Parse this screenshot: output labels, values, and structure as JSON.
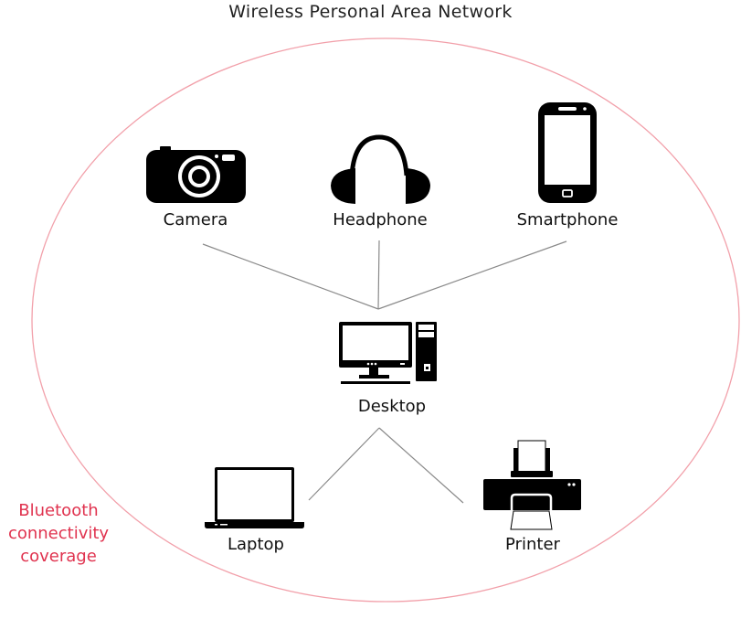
{
  "title": "Wireless Personal Area Network",
  "coverage": {
    "lines": [
      "Bluetooth",
      "connectivity",
      "coverage"
    ],
    "color": "#e0334f",
    "boundary_color": "#f2a0aa"
  },
  "hub": {
    "id": "desktop",
    "label": "Desktop",
    "icon": "desktop-icon"
  },
  "nodes": [
    {
      "id": "camera",
      "label": "Camera",
      "icon": "camera-icon"
    },
    {
      "id": "headphone",
      "label": "Headphone",
      "icon": "headphone-icon"
    },
    {
      "id": "smartphone",
      "label": "Smartphone",
      "icon": "smartphone-icon"
    },
    {
      "id": "laptop",
      "label": "Laptop",
      "icon": "laptop-icon"
    },
    {
      "id": "printer",
      "label": "Printer",
      "icon": "printer-icon"
    }
  ],
  "edges": [
    {
      "from": "camera",
      "to": "desktop"
    },
    {
      "from": "headphone",
      "to": "desktop"
    },
    {
      "from": "smartphone",
      "to": "desktop"
    },
    {
      "from": "desktop",
      "to": "laptop"
    },
    {
      "from": "desktop",
      "to": "printer"
    }
  ],
  "colors": {
    "icon": "#000000",
    "edge": "#8a8a8a",
    "text": "#111111"
  }
}
